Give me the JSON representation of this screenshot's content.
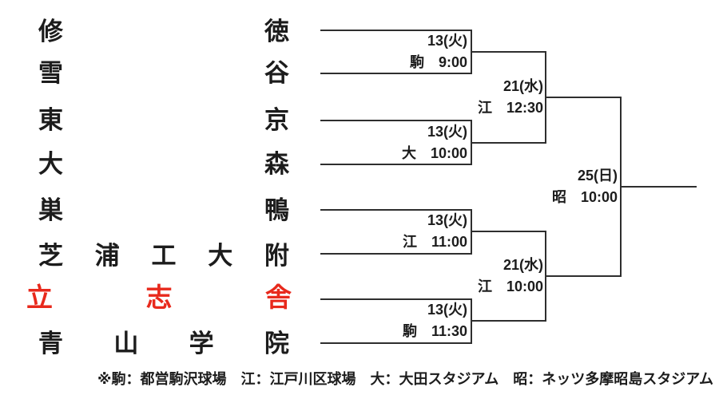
{
  "teams": [
    {
      "name": "修徳",
      "highlight": false
    },
    {
      "name": "雪谷",
      "highlight": false
    },
    {
      "name": "東京",
      "highlight": false
    },
    {
      "name": "大森",
      "highlight": false
    },
    {
      "name": "巣鴨",
      "highlight": false
    },
    {
      "name": "芝浦工大附",
      "highlight": false
    },
    {
      "name": "立志舎",
      "highlight": true
    },
    {
      "name": "青山学院",
      "highlight": false
    }
  ],
  "matches": [
    {
      "round": "round1",
      "date": "13(火)",
      "venue_time": "駒　9:00"
    },
    {
      "round": "round1",
      "date": "13(火)",
      "venue_time": "大　10:00"
    },
    {
      "round": "round1",
      "date": "13(火)",
      "venue_time": "江　11:00"
    },
    {
      "round": "round1",
      "date": "13(火)",
      "venue_time": "駒　11:30"
    },
    {
      "round": "semifinal",
      "date": "21(水)",
      "venue_time": "江　12:30"
    },
    {
      "round": "semifinal",
      "date": "21(水)",
      "venue_time": "江　10:00"
    },
    {
      "round": "final",
      "date": "25(日)",
      "venue_time": "昭　10:00"
    }
  ],
  "footnote": "※駒：都営駒沢球場　江：江戸川区球場　大：大田スタジアム　昭：ネッツ多摩昭島スタジアム",
  "colors": {
    "highlight": "#e8291c",
    "text": "#1c1c1c",
    "line": "#2e2e2e"
  }
}
